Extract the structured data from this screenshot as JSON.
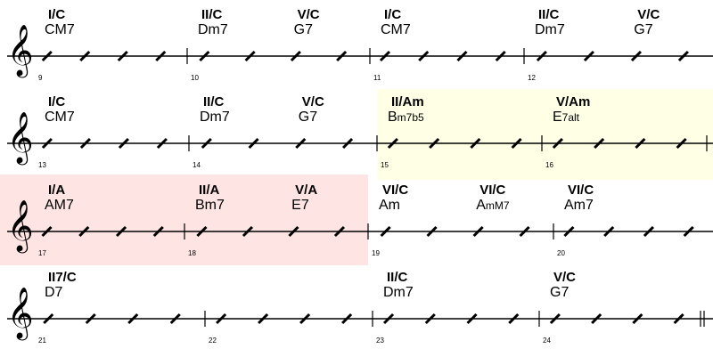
{
  "highlight_colors": {
    "yellow": "#ffffe6",
    "pink": "#ffe4e4"
  },
  "clef_icon": "treble-clef",
  "rows": [
    {
      "measures": [
        {
          "number": "9",
          "chords": [
            {
              "roman": "I/C",
              "root": "CM7",
              "suffix": "",
              "beat": 1
            }
          ]
        },
        {
          "number": "10",
          "chords": [
            {
              "roman": "II/C",
              "root": "Dm7",
              "suffix": "",
              "beat": 1
            },
            {
              "roman": "V/C",
              "root": "G7",
              "suffix": "",
              "beat": 3
            }
          ]
        },
        {
          "number": "11",
          "chords": [
            {
              "roman": "I/C",
              "root": "CM7",
              "suffix": "",
              "beat": 1
            }
          ]
        },
        {
          "number": "12",
          "chords": [
            {
              "roman": "II/C",
              "root": "Dm7",
              "suffix": "",
              "beat": 1
            },
            {
              "roman": "V/C",
              "root": "G7",
              "suffix": "",
              "beat": 3
            }
          ]
        }
      ]
    },
    {
      "highlight": "yellow",
      "measures": [
        {
          "number": "13",
          "chords": [
            {
              "roman": "I/C",
              "root": "CM7",
              "suffix": "",
              "beat": 1
            }
          ]
        },
        {
          "number": "14",
          "chords": [
            {
              "roman": "II/C",
              "root": "Dm7",
              "suffix": "",
              "beat": 1
            },
            {
              "roman": "V/C",
              "root": "G7",
              "suffix": "",
              "beat": 3
            }
          ]
        },
        {
          "number": "15",
          "chords": [
            {
              "roman": "II/Am",
              "root": "B",
              "suffix": "m7b5",
              "beat": 1
            }
          ]
        },
        {
          "number": "16",
          "chords": [
            {
              "roman": "V/Am",
              "root": "E",
              "suffix": "7alt",
              "beat": 1
            }
          ]
        }
      ]
    },
    {
      "highlight": "pink",
      "measures": [
        {
          "number": "17",
          "chords": [
            {
              "roman": "I/A",
              "root": "AM7",
              "suffix": "",
              "beat": 1
            }
          ]
        },
        {
          "number": "18",
          "chords": [
            {
              "roman": "II/A",
              "root": "Bm7",
              "suffix": "",
              "beat": 1
            },
            {
              "roman": "V/A",
              "root": "E7",
              "suffix": "",
              "beat": 3
            }
          ]
        },
        {
          "number": "19",
          "chords": [
            {
              "roman": "VI/C",
              "root": "Am",
              "suffix": "",
              "beat": 1
            },
            {
              "roman": "VI/C",
              "root": "A",
              "suffix": "mM7",
              "beat": 3
            }
          ]
        },
        {
          "number": "20",
          "chords": [
            {
              "roman": "VI/C",
              "root": "Am7",
              "suffix": "",
              "beat": 1
            }
          ]
        }
      ]
    },
    {
      "measures": [
        {
          "number": "21",
          "chords": [
            {
              "roman": "II7/C",
              "root": "D7",
              "suffix": "",
              "beat": 1
            }
          ]
        },
        {
          "number": "22",
          "chords": []
        },
        {
          "number": "23",
          "chords": [
            {
              "roman": "II/C",
              "root": "Dm7",
              "suffix": "",
              "beat": 1
            }
          ]
        },
        {
          "number": "24",
          "chords": [
            {
              "roman": "V/C",
              "root": "G7",
              "suffix": "",
              "beat": 1
            }
          ]
        }
      ]
    }
  ]
}
